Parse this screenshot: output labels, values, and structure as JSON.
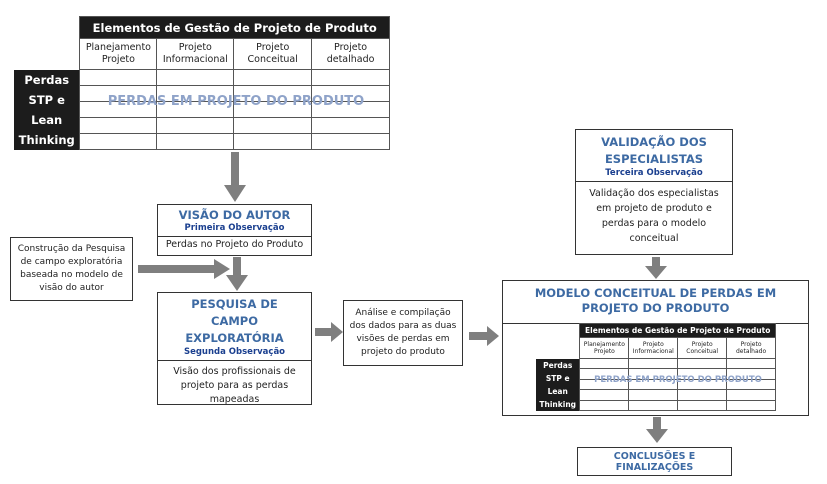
{
  "top_table": {
    "title": "Elementos de Gestão de Projeto de Produto",
    "phases": [
      "Planejamento\nProjeto",
      "Projeto\nInformacional",
      "Projeto\nConceitual",
      "Projeto\ndetalhado"
    ],
    "side_label": "Perdas\nSTP e Lean\nThinking",
    "overlay": "PERDAS EM PROJETO DO PRODUTO"
  },
  "visao_autor": {
    "title": "VISÃO DO AUTOR",
    "subtitle": "Primeira Observação",
    "body": "Perdas no Projeto do Produto"
  },
  "construcao_note": "Construção da Pesquisa de campo exploratória baseada no modelo de visão do autor",
  "pesquisa": {
    "title": "PESQUISA DE CAMPO EXPLORATÓRIA",
    "subtitle": "Segunda Observação",
    "body": "Visão dos profissionais de projeto para as perdas mapeadas"
  },
  "analise_note": "Análise e compilação dos dados para as duas visões de perdas em projeto do produto",
  "validacao": {
    "title": "VALIDAÇÃO DOS ESPECIALISTAS",
    "subtitle": "Terceira Observação",
    "body": "Validação dos especialistas em projeto de produto e perdas para o modelo conceitual"
  },
  "modelo": {
    "title": "MODELO CONCEITUAL DE PERDAS EM PROJETO DO PRODUTO",
    "table": {
      "title": "Elementos de Gestão de Projeto de Produto",
      "phases": [
        "Planejamento\nProjeto",
        "Projeto\nInformacional",
        "Projeto\nConceitual",
        "Projeto\ndetalhado"
      ],
      "side_label": "Perdas\nSTP e Lean\nThinking",
      "overlay": "PERDAS EM PROJETO DO PRODUTO"
    }
  },
  "conclusoes": "CONCLUSÕES E FINALIZAÇÕES",
  "colors": {
    "arrow": "#7f7f7f",
    "title_blue": "#3d6aa3",
    "subtitle_blue": "#1a3f8f",
    "overlay_blue": "#8fa3c9",
    "table_header": "#1c1c1c"
  }
}
